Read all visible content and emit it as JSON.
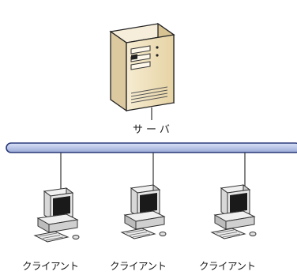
{
  "server": {
    "label": "サーバ",
    "icon": "server-tower-icon"
  },
  "clients": [
    {
      "label": "クライアント",
      "icon": "desktop-computer-icon"
    },
    {
      "label": "クライアント",
      "icon": "desktop-computer-icon"
    },
    {
      "label": "クライアント",
      "icon": "desktop-computer-icon"
    }
  ],
  "colors": {
    "bus_fill": "#b8c4e6",
    "bus_stroke": "#2a3a78",
    "server_body": "#efe1bd",
    "monitor_body": "#e4e4e4",
    "line": "#333333"
  }
}
